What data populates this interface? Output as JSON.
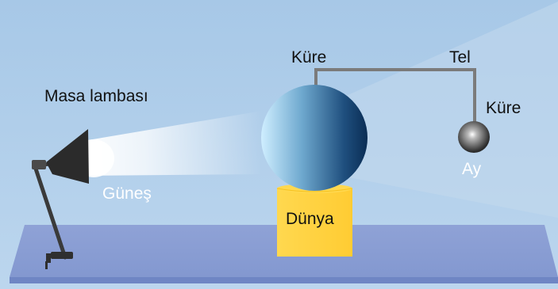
{
  "labels": {
    "lamp": "Masa lambası",
    "sun": "Güneş",
    "earth_sphere": "Küre",
    "wire": "Tel",
    "moon_sphere": "Küre",
    "moon": "Ay",
    "earth": "Dünya"
  },
  "colors": {
    "background": "#a9cbe9",
    "wall_light": "#c9dff2",
    "table_top": "#8b9fd3",
    "table_edge": "#6f86c4",
    "stand": "#ffd24a",
    "stand_edge": "#f0b400",
    "wire": "#7b7b7b",
    "lamp": "#2b2b2b"
  }
}
